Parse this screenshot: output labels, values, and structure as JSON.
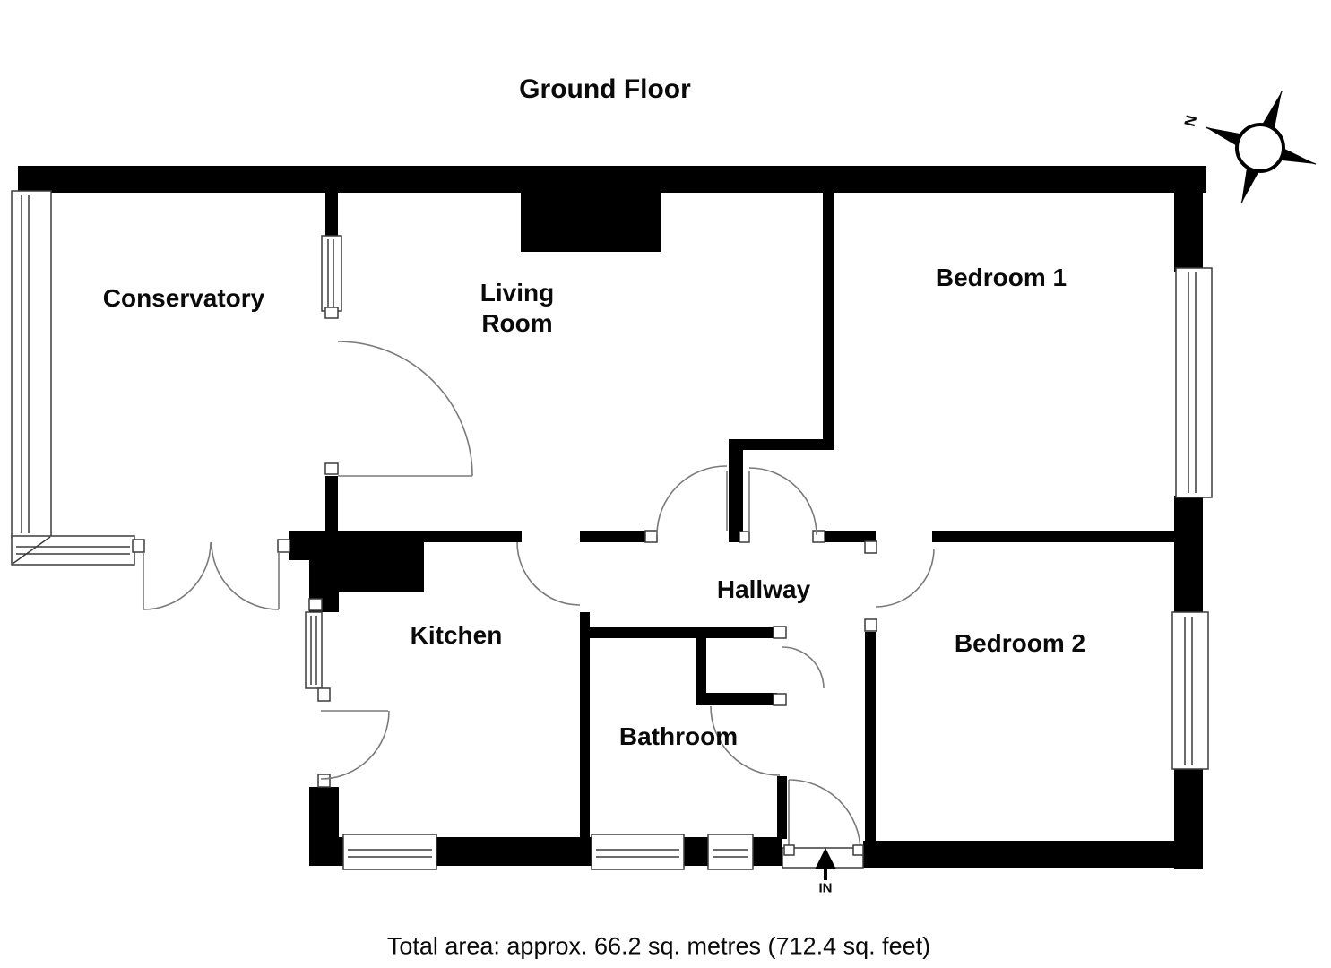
{
  "title": "Ground Floor",
  "compass": {
    "north_label": "N"
  },
  "rooms": {
    "conservatory": {
      "label": "Conservatory"
    },
    "living_room": {
      "line1": "Living",
      "line2": "Room"
    },
    "bedroom_1": {
      "label": "Bedroom 1"
    },
    "bedroom_2": {
      "label": "Bedroom 2"
    },
    "kitchen": {
      "label": "Kitchen"
    },
    "hallway": {
      "label": "Hallway"
    },
    "bathroom": {
      "label": "Bathroom"
    }
  },
  "entrance": {
    "label": "IN"
  },
  "footer": {
    "total_area": "Total area: approx. 66.2 sq. metres (712.4 sq. feet)"
  },
  "colors": {
    "wall": "#000000",
    "background": "#ffffff",
    "thin_line": "#3c3c3c",
    "arc_line": "#7a7a7a"
  }
}
